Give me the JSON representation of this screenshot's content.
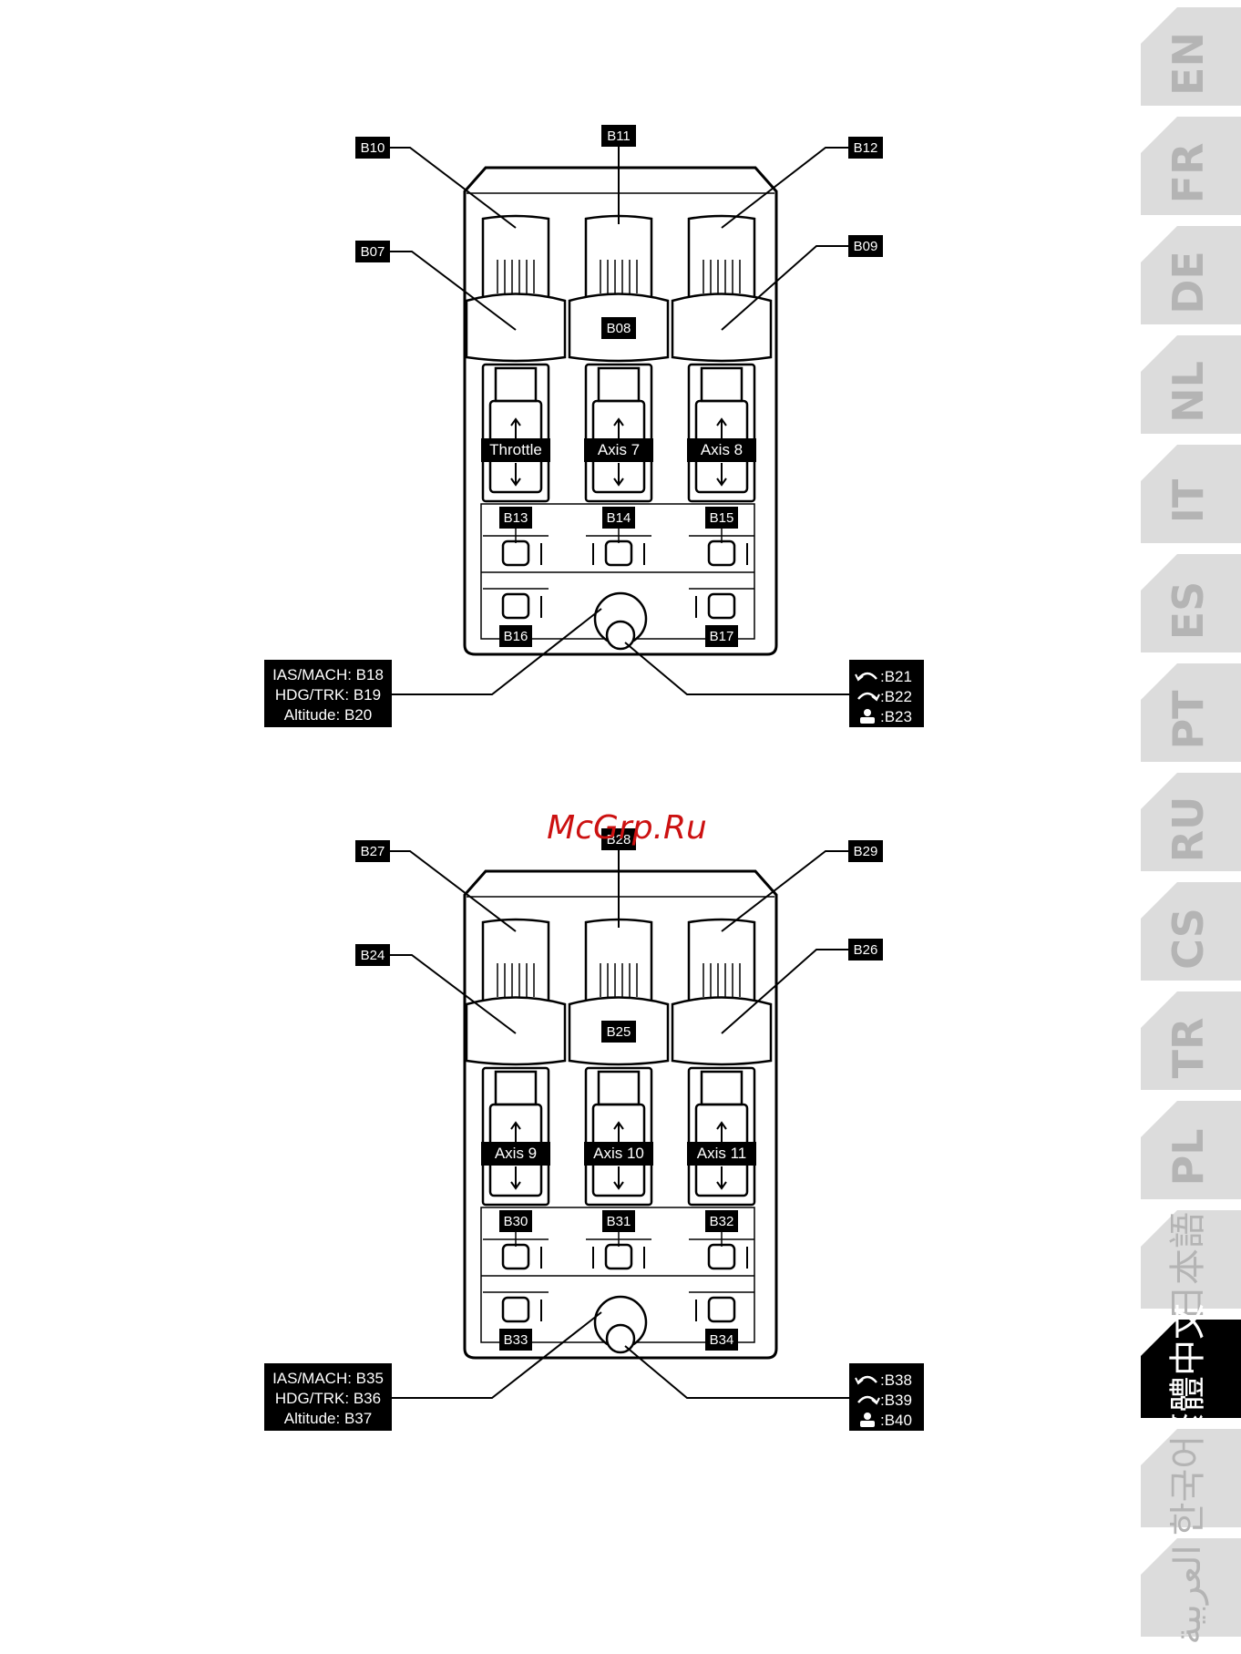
{
  "language_tabs": [
    {
      "label": "EN",
      "active": false
    },
    {
      "label": "FR",
      "active": false
    },
    {
      "label": "DE",
      "active": false
    },
    {
      "label": "NL",
      "active": false
    },
    {
      "label": "IT",
      "active": false
    },
    {
      "label": "ES",
      "active": false
    },
    {
      "label": "PT",
      "active": false
    },
    {
      "label": "RU",
      "active": false
    },
    {
      "label": "CS",
      "active": false
    },
    {
      "label": "TR",
      "active": false
    },
    {
      "label": "PL",
      "active": false
    },
    {
      "label": "日本語",
      "active": false
    },
    {
      "label": "繁體中文",
      "active": true
    },
    {
      "label": "한국어",
      "active": false
    },
    {
      "label": "العربية",
      "active": false
    }
  ],
  "watermark": "McGrp.Ru",
  "panels": [
    {
      "top_left": "B10",
      "top_mid": "B11",
      "top_right": "B12",
      "mid_left": "B07",
      "mid_center": "B08",
      "mid_right": "B09",
      "axes": [
        "Throttle",
        "Axis 7",
        "Axis 8"
      ],
      "row_buttons": [
        "B13",
        "B14",
        "B15"
      ],
      "bottom_buttons": [
        "B16",
        "B17"
      ],
      "knob_lines": [
        "IAS/MACH: B18",
        "HDG/TRK: B19",
        "Altitude: B20"
      ],
      "rotary": [
        ":B21",
        ":B22",
        ":B23"
      ]
    },
    {
      "top_left": "B27",
      "top_mid": "B28",
      "top_right": "B29",
      "mid_left": "B24",
      "mid_center": "B25",
      "mid_right": "B26",
      "axes": [
        "Axis 9",
        "Axis 10",
        "Axis 11"
      ],
      "row_buttons": [
        "B30",
        "B31",
        "B32"
      ],
      "bottom_buttons": [
        "B33",
        "B34"
      ],
      "knob_lines": [
        "IAS/MACH: B35",
        "HDG/TRK: B36",
        "Altitude: B37"
      ],
      "rotary": [
        ":B38",
        ":B39",
        ":B40"
      ]
    }
  ],
  "colors": {
    "tab_inactive": "#dcdcdc",
    "tab_active": "#000000",
    "label_bg": "#000000",
    "watermark": "#cc1111"
  }
}
